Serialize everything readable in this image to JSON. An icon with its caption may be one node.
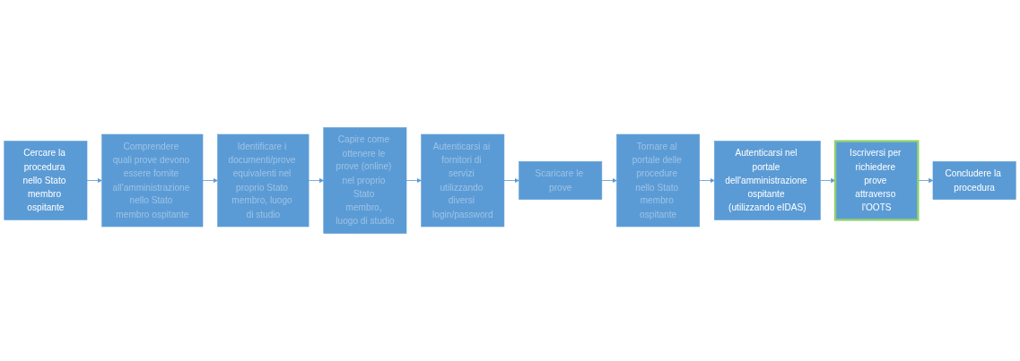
{
  "diagram": {
    "nodes": [
      {
        "text": [
          "Cercare la procedura nello Stato membro ospitante"
        ]
      },
      {
        "text": [
          "Comprendere quali prove devono essere fornite all'amministrazione nello Stato membro ospitante"
        ]
      },
      {
        "text": [
          "Identificare i documenti/prove equivalenti nel proprio Stato membro, luogo di studio"
        ]
      },
      {
        "text": [
          "Capire come ottenere le prove (online) nel proprio Stato membro, luogo di studio"
        ]
      },
      {
        "text": [
          "Autenticarsi ai fornitori di servizi utilizzando diversi login/password"
        ]
      },
      {
        "text": [
          "Scaricare le prove"
        ]
      },
      {
        "text": [
          "Tornare al portale delle procedure nello Stato membro ospitante"
        ]
      },
      {
        "text": [
          "Autenticarsi nel portale dell'amministrazione ospitante (utilizzando eIDAS)"
        ]
      },
      {
        "text": [
          "Iscriversi per richiedere prove attraverso l'OOTS"
        ]
      },
      {
        "text": [
          "Concludere la procedura"
        ]
      }
    ],
    "edges": [
      {
        "from": 0,
        "to": 1,
        "arrow": "to"
      },
      {
        "from": 1,
        "to": 2,
        "arrow": "to"
      },
      {
        "from": 2,
        "to": 3,
        "arrow": "to"
      },
      {
        "from": 3,
        "to": 4,
        "arrow": "to"
      },
      {
        "from": 4,
        "to": 5,
        "arrow": "to"
      },
      {
        "from": 5,
        "to": 6,
        "arrow": "to"
      },
      {
        "from": 6,
        "to": 7,
        "arrow": "to"
      },
      {
        "from": 7,
        "to": 8,
        "arrow": "to"
      },
      {
        "from": 8,
        "to": 9,
        "arrow": "to"
      }
    ]
  }
}
